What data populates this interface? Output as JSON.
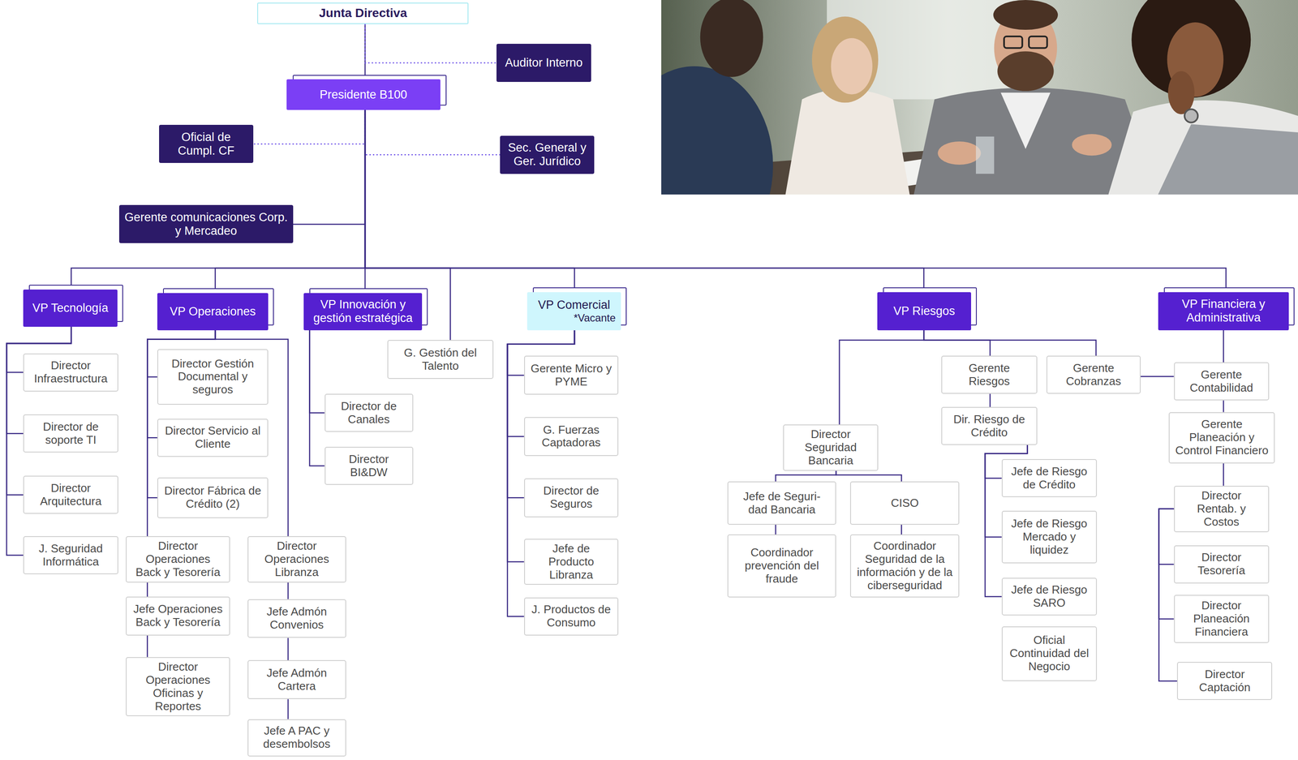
{
  "diagram": {
    "nodes": [
      {
        "text": [
          "Junta Directiva"
        ]
      },
      {
        "text": [
          "Auditor Interno"
        ]
      },
      {
        "text": [
          "Presidente B100"
        ]
      },
      {
        "text": [
          "Oficial de Cumpl. CF"
        ]
      },
      {
        "text": [
          "Sec. General y Ger. Jurídico"
        ]
      },
      {
        "text": [
          "Gerente comunicaciones Corp. y Mercadeo"
        ]
      },
      {
        "text": [
          "VP Tecnología"
        ]
      },
      {
        "text": [
          "VP Operaciones"
        ]
      },
      {
        "text": [
          "VP Innovación y gestión estratégica"
        ]
      },
      {
        "text": [
          "G. Gestión del Talento"
        ]
      },
      {
        "text": [
          "VP Comercial",
          "*Vacante"
        ]
      },
      {
        "text": [
          "VP Riesgos"
        ]
      },
      {
        "text": [
          "VP Financiera y Administrativa"
        ]
      },
      {
        "text": [
          "Director Infraestructura"
        ]
      },
      {
        "text": [
          "Director de soporte TI"
        ]
      },
      {
        "text": [
          "Director Arquitectura"
        ]
      },
      {
        "text": [
          "J. Seguridad Informática"
        ]
      },
      {
        "text": [
          "Director Gestión Documental y seguros"
        ]
      },
      {
        "text": [
          "Director Servicio al Cliente"
        ]
      },
      {
        "text": [
          "Director Fábrica de Crédito (2)"
        ]
      },
      {
        "text": [
          "Director Operaciones Back y Tesorería"
        ]
      },
      {
        "text": [
          "Jefe Operaciones Back y Tesorería"
        ]
      },
      {
        "text": [
          "Director Operaciones Oficinas y Reportes"
        ]
      },
      {
        "text": [
          "Director Operaciones Libranza"
        ]
      },
      {
        "text": [
          "Jefe Admón Convenios"
        ]
      },
      {
        "text": [
          "Jefe Admón Cartera"
        ]
      },
      {
        "text": [
          "Jefe A PAC y desembolsos"
        ]
      },
      {
        "text": [
          "Director de Canales"
        ]
      },
      {
        "text": [
          "Director BI&DW"
        ]
      },
      {
        "text": [
          "Gerente Micro y PYME"
        ]
      },
      {
        "text": [
          "G. Fuerzas Captadoras"
        ]
      },
      {
        "text": [
          "Director de Seguros"
        ]
      },
      {
        "text": [
          "Jefe de Producto Libranza"
        ]
      },
      {
        "text": [
          "J. Productos de Consumo"
        ]
      },
      {
        "text": [
          "Director Seguridad Bancaria"
        ]
      },
      {
        "text": [
          "Jefe de Seguri- dad Bancaria"
        ]
      },
      {
        "text": [
          "CISO"
        ]
      },
      {
        "text": [
          "Coordinador prevención del fraude"
        ]
      },
      {
        "text": [
          "Coordinador Seguridad de la información y de la ciberseguridad"
        ]
      },
      {
        "text": [
          "Gerente Riesgos"
        ]
      },
      {
        "text": [
          "Gerente Cobranzas"
        ]
      },
      {
        "text": [
          "Dir. Riesgo de Crédito"
        ]
      },
      {
        "text": [
          "Jefe de Riesgo de Crédito"
        ]
      },
      {
        "text": [
          "Jefe de Riesgo Mercado y liquidez"
        ]
      },
      {
        "text": [
          "Jefe de Riesgo SARO"
        ]
      },
      {
        "text": [
          "Oficial Continuidad del Negocio"
        ]
      },
      {
        "text": [
          "Gerente Contabilidad"
        ]
      },
      {
        "text": [
          "Gerente Planeación y Control Financiero"
        ]
      },
      {
        "text": [
          "Director Rentab. y Costos"
        ]
      },
      {
        "text": [
          "Director Tesorería"
        ]
      },
      {
        "text": [
          "Director Planeación Financiera"
        ]
      },
      {
        "text": [
          "Director Captación"
        ]
      }
    ],
    "edges": [
      {
        "from": 0,
        "to": 2,
        "arrow": "none"
      },
      {
        "from": 0,
        "to": 1,
        "arrow": "none"
      },
      {
        "from": 2,
        "to": 3,
        "arrow": "none"
      },
      {
        "from": 2,
        "to": 4,
        "arrow": "none"
      },
      {
        "from": 2,
        "to": 5,
        "arrow": "none"
      },
      {
        "from": 2,
        "to": 6,
        "arrow": "none"
      },
      {
        "from": 2,
        "to": 7,
        "arrow": "none"
      },
      {
        "from": 2,
        "to": 8,
        "arrow": "none"
      },
      {
        "from": 2,
        "to": 9,
        "arrow": "none"
      },
      {
        "from": 2,
        "to": 10,
        "arrow": "none"
      },
      {
        "from": 2,
        "to": 11,
        "arrow": "none"
      },
      {
        "from": 2,
        "to": 12,
        "arrow": "none"
      },
      {
        "from": 6,
        "to": 13,
        "arrow": "none"
      },
      {
        "from": 6,
        "to": 14,
        "arrow": "none"
      },
      {
        "from": 6,
        "to": 15,
        "arrow": "none"
      },
      {
        "from": 6,
        "to": 16,
        "arrow": "none"
      },
      {
        "from": 7,
        "to": 17,
        "arrow": "none"
      },
      {
        "from": 7,
        "to": 18,
        "arrow": "none"
      },
      {
        "from": 7,
        "to": 19,
        "arrow": "none"
      },
      {
        "from": 7,
        "to": 20,
        "arrow": "none"
      },
      {
        "from": 7,
        "to": 23,
        "arrow": "none"
      },
      {
        "from": 20,
        "to": 21,
        "arrow": "none"
      },
      {
        "from": 21,
        "to": 22,
        "arrow": "none"
      },
      {
        "from": 23,
        "to": 24,
        "arrow": "none"
      },
      {
        "from": 24,
        "to": 25,
        "arrow": "none"
      },
      {
        "from": 25,
        "to": 26,
        "arrow": "none"
      },
      {
        "from": 8,
        "to": 27,
        "arrow": "none"
      },
      {
        "from": 8,
        "to": 28,
        "arrow": "none"
      },
      {
        "from": 10,
        "to": 29,
        "arrow": "none"
      },
      {
        "from": 10,
        "to": 30,
        "arrow": "none"
      },
      {
        "from": 10,
        "to": 31,
        "arrow": "none"
      },
      {
        "from": 10,
        "to": 32,
        "arrow": "none"
      },
      {
        "from": 10,
        "to": 33,
        "arrow": "none"
      },
      {
        "from": 11,
        "to": 34,
        "arrow": "none"
      },
      {
        "from": 11,
        "to": 39,
        "arrow": "none"
      },
      {
        "from": 11,
        "to": 40,
        "arrow": "none"
      },
      {
        "from": 34,
        "to": 35,
        "arrow": "none"
      },
      {
        "from": 34,
        "to": 36,
        "arrow": "none"
      },
      {
        "from": 35,
        "to": 37,
        "arrow": "none"
      },
      {
        "from": 36,
        "to": 38,
        "arrow": "none"
      },
      {
        "from": 39,
        "to": 41,
        "arrow": "none"
      },
      {
        "from": 41,
        "to": 42,
        "arrow": "none"
      },
      {
        "from": 41,
        "to": 43,
        "arrow": "none"
      },
      {
        "from": 41,
        "to": 44,
        "arrow": "none"
      },
      {
        "from": 40,
        "to": 46,
        "arrow": "none"
      },
      {
        "from": 12,
        "to": 46,
        "arrow": "none"
      },
      {
        "from": 46,
        "to": 47,
        "arrow": "none"
      },
      {
        "from": 47,
        "to": 48,
        "arrow": "none"
      },
      {
        "from": 48,
        "to": 49,
        "arrow": "none"
      },
      {
        "from": 48,
        "to": 50,
        "arrow": "none"
      },
      {
        "from": 48,
        "to": 51,
        "arrow": "none"
      }
    ]
  }
}
